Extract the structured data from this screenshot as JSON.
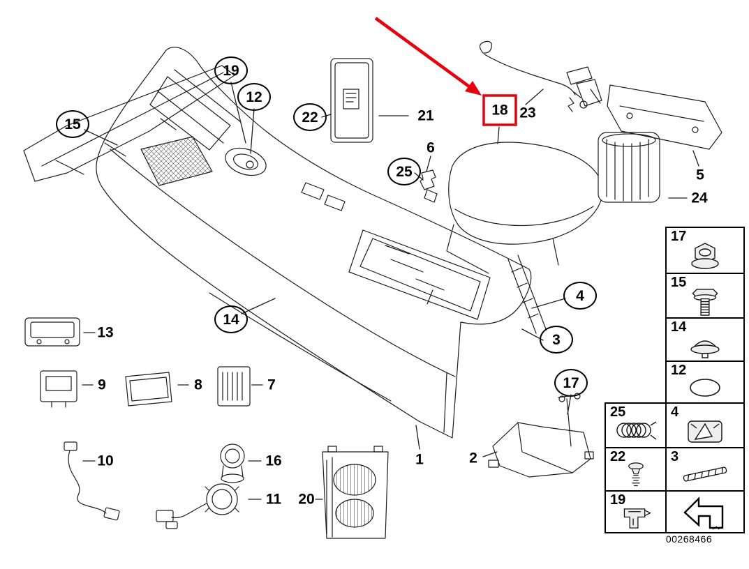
{
  "callouts": {
    "c19": "19",
    "c12": "12",
    "c15": "15",
    "c22": "22",
    "c21": "21",
    "c18": "18",
    "c23": "23",
    "c6": "6",
    "c25": "25",
    "c5": "5",
    "c24": "24",
    "c4": "4",
    "c3": "3",
    "c14": "14",
    "c13": "13",
    "c9": "9",
    "c8": "8",
    "c7": "7",
    "c17": "17",
    "c10": "10",
    "c16": "16",
    "c1": "1",
    "c2": "2",
    "c11": "11",
    "c20": "20"
  },
  "panel": {
    "items": [
      {
        "label": "17",
        "icon": "flange-nut-icon"
      },
      {
        "label": "15",
        "icon": "hex-bolt-icon"
      },
      {
        "label": "14",
        "icon": "grommet-icon"
      },
      {
        "label": "12",
        "icon": "blanking-cover-icon"
      },
      {
        "label": "25",
        "icon": "spring-icon"
      },
      {
        "label": "4",
        "icon": "housing-icon"
      },
      {
        "label": "22",
        "icon": "push-clip-icon"
      },
      {
        "label": "3",
        "icon": "rod-icon"
      },
      {
        "label": "19",
        "icon": "retainer-clip-icon"
      },
      {
        "label": "",
        "icon": "direction-arrow-icon"
      }
    ]
  },
  "highlight": {
    "highlighted_part": "18",
    "box_color": "#e8000d",
    "arrow_color": "#e8000d"
  },
  "doc_number": "00268466"
}
